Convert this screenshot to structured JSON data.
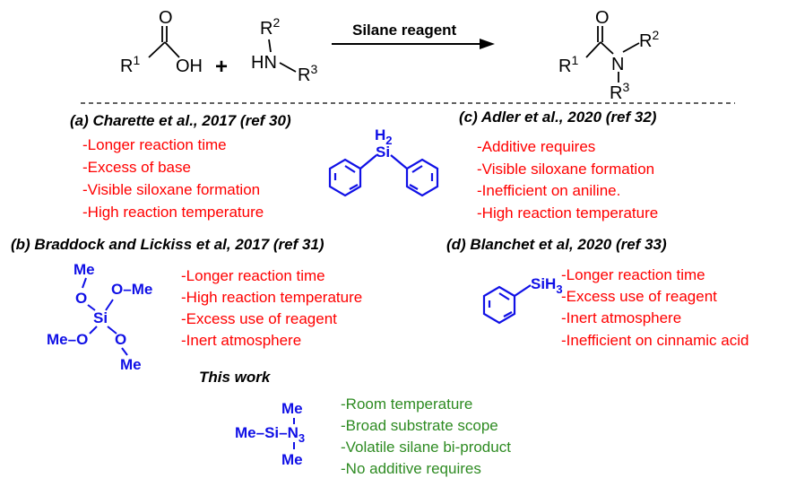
{
  "colors": {
    "drawback": "#ff0000",
    "advantage": "#2e8b22",
    "silane": "#1010e6",
    "structure": "#000000"
  },
  "reaction": {
    "acid": {
      "oxygen": "O",
      "r_group": "R",
      "r_sup": "1",
      "hydroxyl": "OH"
    },
    "plus": "+",
    "amine": {
      "r2": "R",
      "r2_sup": "2",
      "nh": "HN",
      "r3": "R",
      "r3_sup": "3"
    },
    "arrow_label": "Silane reagent",
    "amide": {
      "oxygen": "O",
      "r1": "R",
      "r1_sup": "1",
      "nitrogen": "N",
      "r2": "R",
      "r2_sup": "2",
      "r3": "R",
      "r3_sup": "3"
    }
  },
  "panels": {
    "a": {
      "title": "(a) Charette et al., 2017 (ref 30)",
      "points": [
        "-Longer reaction time",
        "-Excess of base",
        "-Visible siloxane formation",
        "-High reaction temperature"
      ]
    },
    "c": {
      "title": "(c) Adler et al., 2020 (ref 32)",
      "points": [
        "-Additive requires",
        "-Visible siloxane formation",
        "-Inefficient on aniline.",
        "-High reaction temperature"
      ]
    },
    "b": {
      "title": "(b) Braddock and  Lickiss et al, 2017 (ref 31)",
      "points": [
        "-Longer reaction time",
        "-High reaction temperature",
        "-Excess use of reagent",
        "-Inert atmosphere"
      ]
    },
    "d": {
      "title": "(d) Blanchet et al, 2020 (ref 33)",
      "points": [
        "-Longer reaction time",
        "-Excess use of reagent",
        "-Inert atmosphere",
        "-Inefficient on cinnamic acid"
      ]
    },
    "this_work": {
      "title": "This work",
      "points": [
        "-Room temperature",
        "-Broad substrate scope",
        "-Volatile silane bi-product",
        "-No additive requires"
      ]
    }
  },
  "structures": {
    "diphenylsilane": {
      "h": "H",
      "h_sub": "2",
      "si": "Si"
    },
    "tetramethoxysilane": {
      "si": "Si",
      "o": "O",
      "me": "Me",
      "dash": "–"
    },
    "phenylsilane": {
      "sih": "SiH",
      "sub": "3"
    },
    "tms_azide": {
      "me": "Me",
      "si": "Si",
      "n": "N",
      "n_sub": "3",
      "dash": "–"
    }
  }
}
